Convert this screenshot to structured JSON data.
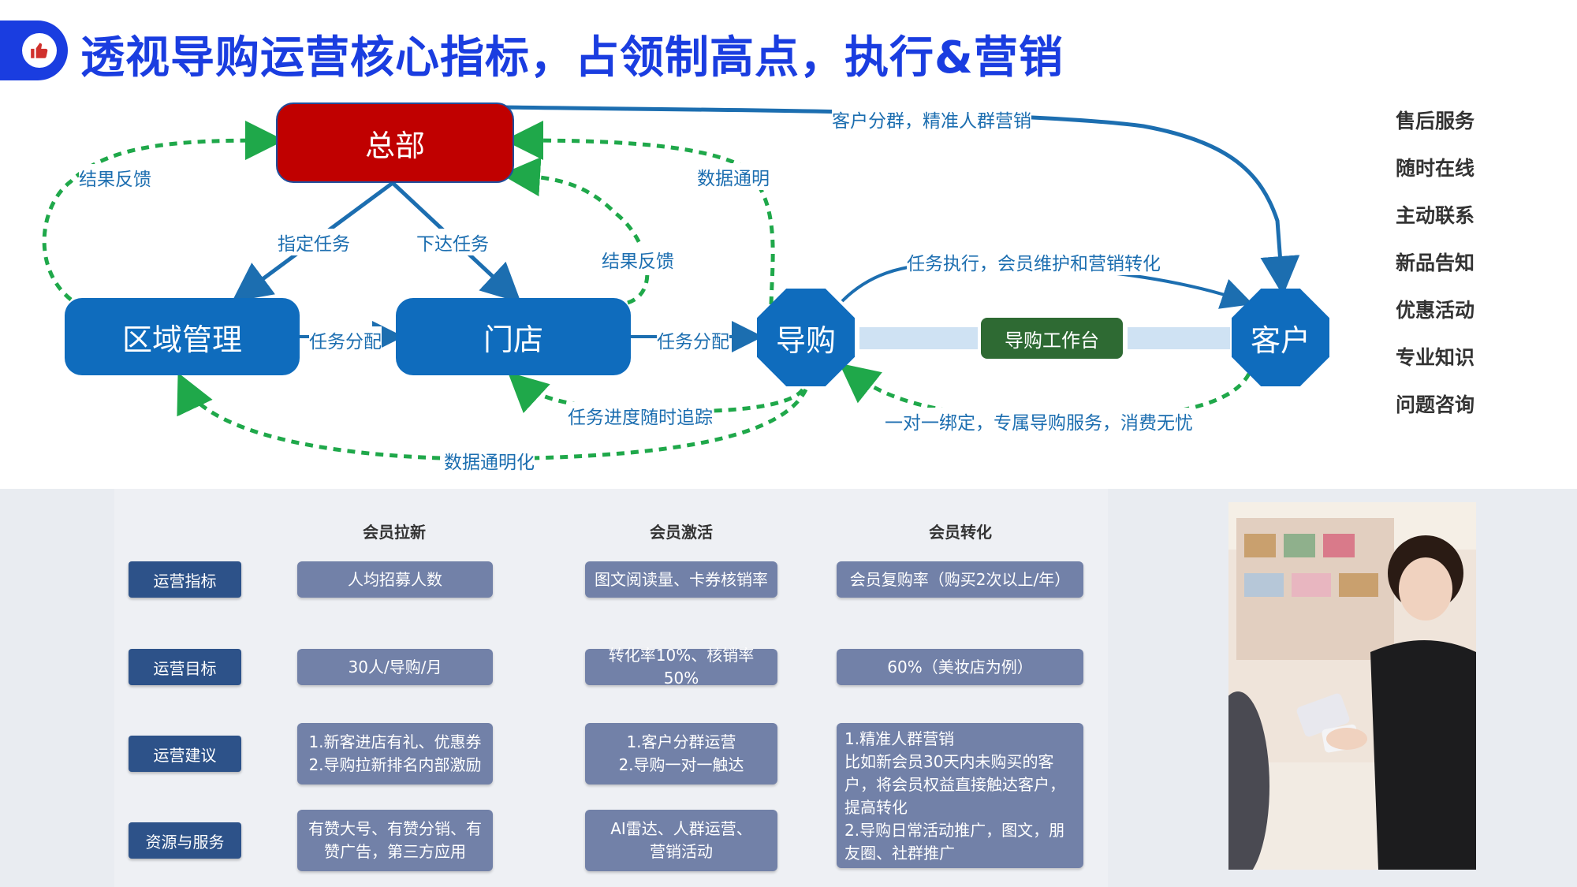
{
  "header": {
    "title": "透视导购运营核心指标，占领制高点，执行&营销"
  },
  "diagram": {
    "nodes": {
      "hq": "总部",
      "region": "区域管理",
      "store": "门店",
      "guide": "导购",
      "customer": "客户",
      "workbench": "导购工作台"
    },
    "labels": {
      "feedback_left": "结果反馈",
      "assign_task": "指定任务",
      "issue_task": "下达任务",
      "feedback_right": "结果反馈",
      "data_transparent": "数据通明",
      "segment": "客户分群，精准人群营销",
      "alloc1": "任务分配",
      "alloc2": "任务分配",
      "progress": "任务进度随时追踪",
      "data_transparency": "数据通明化",
      "execute": "任务执行，会员维护和营销转化",
      "binding": "一对一绑定，专属导购服务，消费无忧"
    },
    "services": [
      "售后服务",
      "随时在线",
      "主动联系",
      "新品告知",
      "优惠活动",
      "专业知识",
      "问题咨询"
    ],
    "colors": {
      "hq": "#c00000",
      "blue": "#0f6cbd",
      "green_dash": "#1fa84a",
      "arrow": "#1c6eb0",
      "workbench": "#2e6a33"
    }
  },
  "table": {
    "columns": [
      "会员拉新",
      "会员激活",
      "会员转化"
    ],
    "rows": [
      {
        "label": "运营指标",
        "cells": [
          "人均招募人数",
          "图文阅读量、卡券核销率",
          "会员复购率（购买2次以上/年）"
        ]
      },
      {
        "label": "运营目标",
        "cells": [
          "30人/导购/月",
          "转化率10%、核销率50%",
          "60%（美妆店为例）"
        ]
      },
      {
        "label": "运营建议",
        "cells": [
          "1.新客进店有礼、优惠券\n2.导购拉新排名内部激励",
          "1.客户分群运营\n2.导购一对一触达",
          "1.精准人群营销\n比如新会员30天内未购买的客户，将会员权益直接触达客户，提高转化\n2.导购日常活动推广，图文，朋友圈、社群推广"
        ]
      },
      {
        "label": "资源与服务",
        "cells": [
          "有赞大号、有赞分销、有赞广告，第三方应用",
          "AI雷达、人群运营、\n营销活动",
          ""
        ]
      }
    ]
  }
}
